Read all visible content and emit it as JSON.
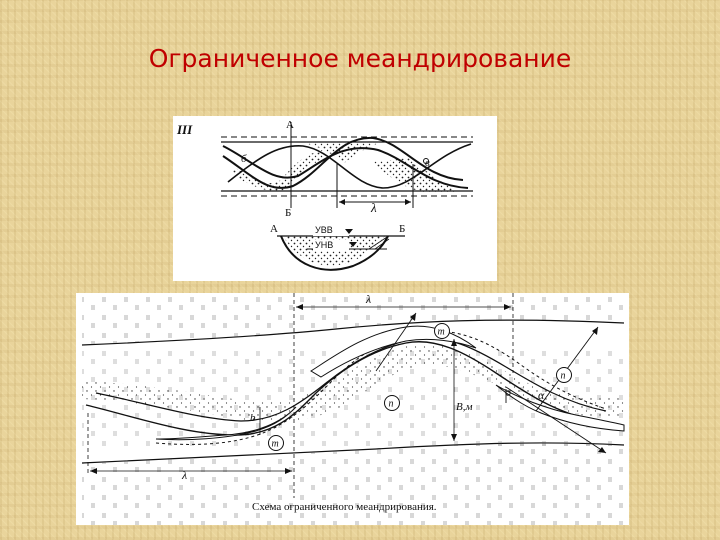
{
  "slide": {
    "title": "Ограниченное меандрирование",
    "title_color": "#c00000",
    "background_color": "#e9d49b"
  },
  "top_diagram": {
    "roman_label": "III",
    "section_marks": {
      "top_a": "А",
      "top_b": "Б",
      "bottom_a": "А",
      "bottom_b": "Б"
    },
    "wavelength_label": "λ",
    "water_levels": {
      "high": "УВВ",
      "low": "УНВ"
    },
    "curve_labels": {
      "b": "б",
      "v": "в"
    }
  },
  "bottom_diagram": {
    "caption": "Схема ограниченного меандрирования.",
    "wavelength_top": "λ",
    "wavelength_bottom": "λ",
    "width_label": "B,м",
    "angle_label": "α",
    "bar_label": "b",
    "circle_labels": [
      "m",
      "m",
      "n",
      "n"
    ]
  }
}
